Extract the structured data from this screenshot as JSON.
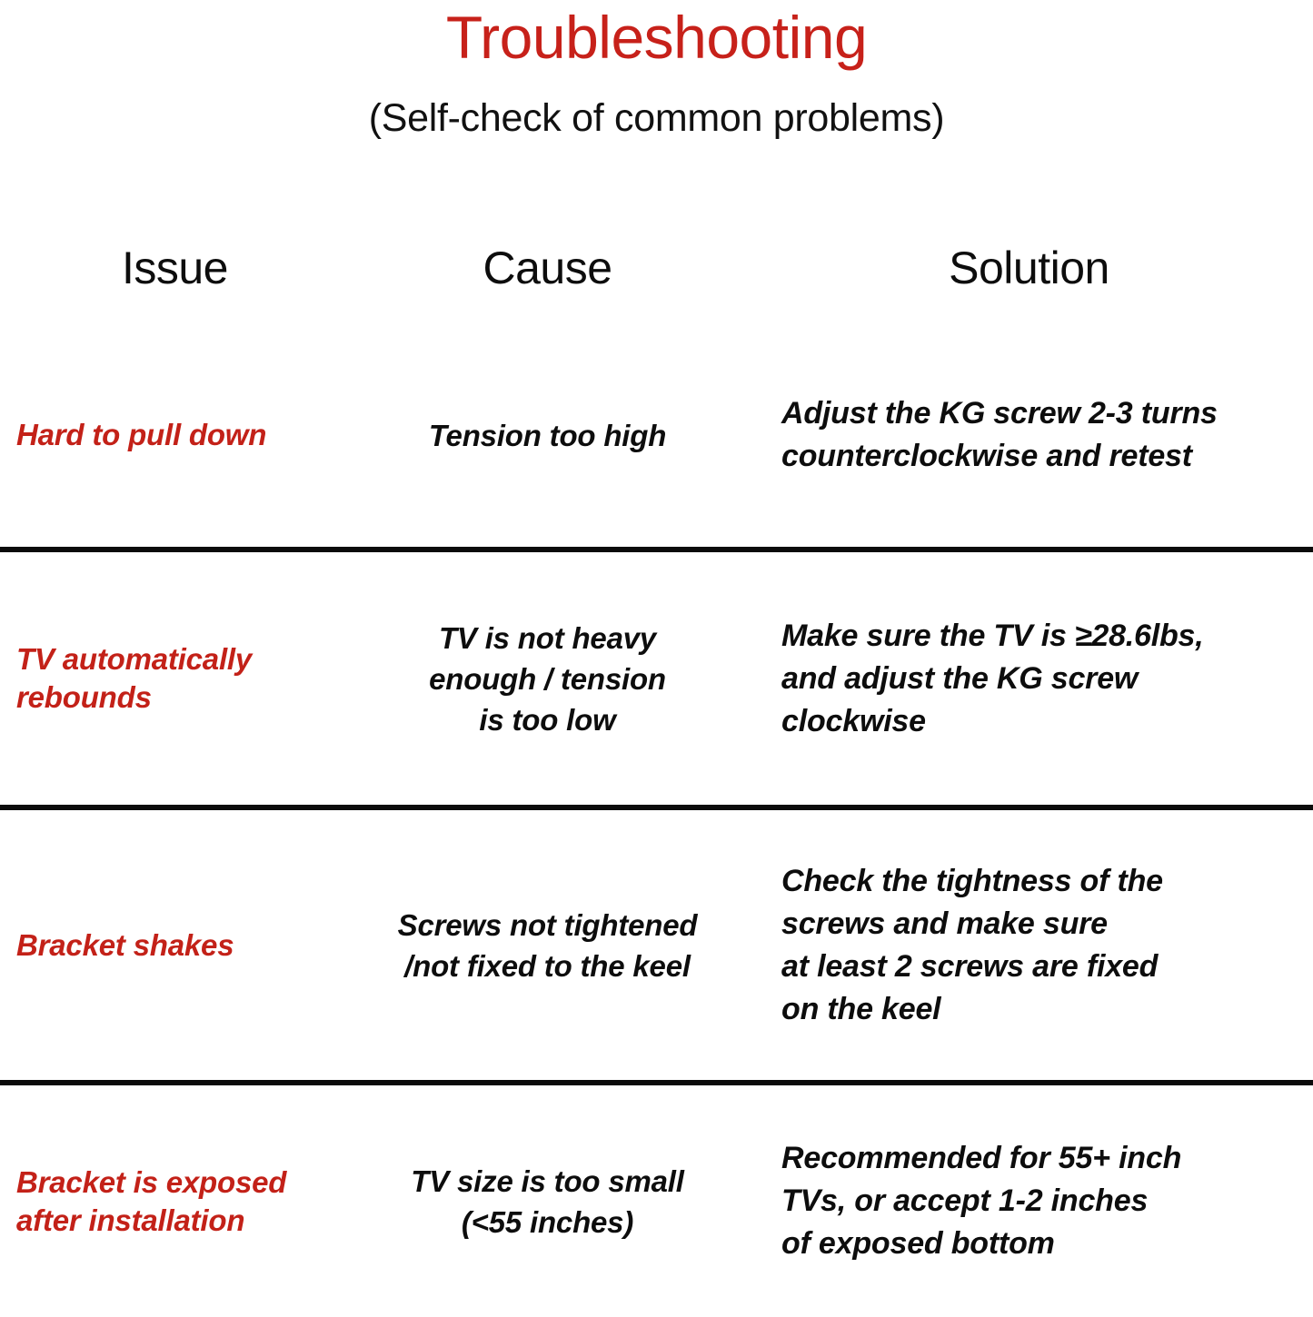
{
  "header": {
    "title": "Troubleshooting",
    "subtitle": "(Self-check of common problems)",
    "title_color": "#C7211A",
    "subtitle_color": "#111111"
  },
  "table": {
    "columns": [
      "Issue",
      "Cause",
      "Solution"
    ],
    "issue_text_color": "#C32118",
    "body_text_color": "#0D0D0D",
    "border_color": "#0B0B0B",
    "rows": [
      {
        "issue": "Hard to pull down",
        "cause": "Tension too high",
        "solution": "Adjust the KG screw 2-3 turns\ncounterclockwise and retest"
      },
      {
        "issue": "TV automatically\nrebounds",
        "cause": "TV is not heavy\nenough / tension\nis too low",
        "solution": "Make sure the TV is ≥28.6lbs,\nand adjust the KG screw\nclockwise"
      },
      {
        "issue": "Bracket shakes",
        "cause": "Screws not tightened\n/not fixed to the keel",
        "solution": "Check the tightness of the\nscrews and make sure\nat least 2 screws are fixed\non the keel"
      },
      {
        "issue": "Bracket is exposed\nafter installation",
        "cause": "TV size is too small\n(<55 inches)",
        "solution": "Recommended for 55+ inch\nTVs, or accept 1-2 inches\nof exposed bottom"
      }
    ]
  }
}
